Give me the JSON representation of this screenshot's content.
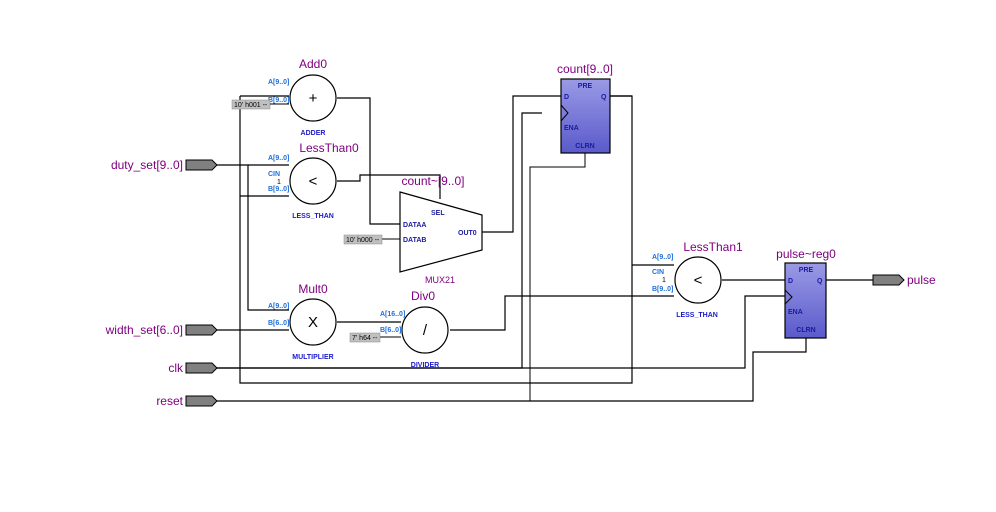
{
  "ports": {
    "duty_set": "duty_set[9..0]",
    "width_set": "width_set[6..0]",
    "clk": "clk",
    "reset": "reset",
    "pulse": "pulse"
  },
  "add0": {
    "name": "Add0",
    "type": "ADDER",
    "op": "+",
    "pin_a": "A[9..0]",
    "pin_b": "B[9..0]",
    "const": "10' h001 --"
  },
  "lessthan0": {
    "name": "LessThan0",
    "type": "LESS_THAN",
    "op": "<",
    "pin_a": "A[9..0]",
    "pin_cin": "CIN",
    "pin_b": "B[9..0]",
    "cin_val": "1"
  },
  "mult0": {
    "name": "Mult0",
    "type": "MULTIPLIER",
    "op": "X",
    "pin_a": "A[9..0]",
    "pin_b": "B[6..0]"
  },
  "div0": {
    "name": "Div0",
    "type": "DIVIDER",
    "op": "/",
    "pin_a": "A[16..0]",
    "pin_b": "B[6..0]",
    "const": "7' h64 --"
  },
  "mux": {
    "name": "count~[9..0]",
    "type": "MUX21",
    "sel": "SEL",
    "dataa": "DATAA",
    "datab": "DATAB",
    "out": "OUT0",
    "const": "10' h000 --"
  },
  "count_reg": {
    "name": "count[9..0]",
    "pre": "PRE",
    "d": "D",
    "q": "Q",
    "ena": "ENA",
    "clrn": "CLRN"
  },
  "lessthan1": {
    "name": "LessThan1",
    "type": "LESS_THAN",
    "op": "<",
    "pin_a": "A[9..0]",
    "pin_cin": "CIN",
    "pin_b": "B[9..0]",
    "cin_val": "1"
  },
  "pulse_reg": {
    "name": "pulse~reg0",
    "pre": "PRE",
    "d": "D",
    "q": "Q",
    "ena": "ENA",
    "clrn": "CLRN"
  },
  "colors": {
    "register_fill": "#7b7bd8",
    "port_fill": "#808080",
    "label": "#800080",
    "pin": "#1e6fd9"
  }
}
